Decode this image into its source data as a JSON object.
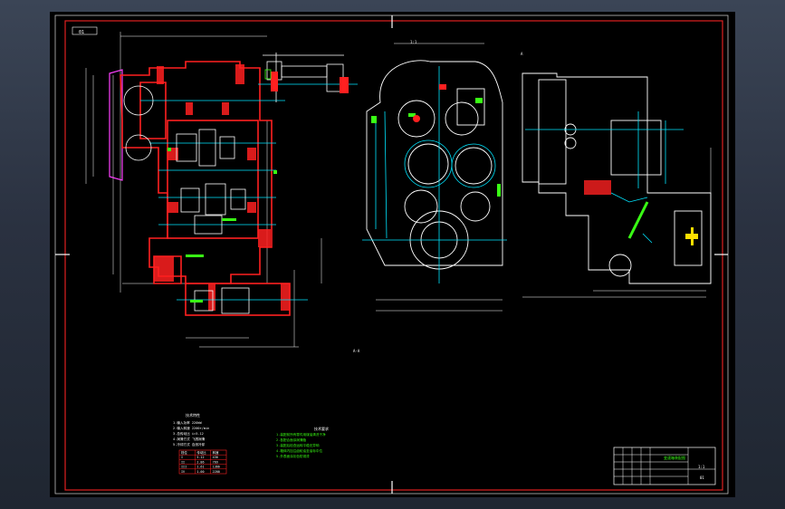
{
  "drawing": {
    "sheet_code": "01",
    "view_label_center": "1:1",
    "view_label_right": "A",
    "section_label": "A-A",
    "notes_title": "技术要求",
    "notes_lines": [
      "1.装配前所有零件用煤油清洗干净",
      "2.各配合面涂润滑脂",
      "3.装配后检查运转平稳无异响",
      "4.箱体内加注齿轮油至油标中位",
      "5.外表面涂灰色防锈漆"
    ],
    "spec_title": "技术特性",
    "spec_lines": [
      "1.输入功率 220kW",
      "2.输入转速 2200r/min",
      "3.总传动比 i=5.12",
      "4.润滑方式 飞溅润滑",
      "5.冷却方式 自然冷却"
    ],
    "spec_table": [
      [
        "档位",
        "传动比",
        "转速"
      ],
      [
        "I",
        "5.12",
        "430"
      ],
      [
        "II",
        "2.86",
        "769"
      ],
      [
        "III",
        "1.61",
        "1366"
      ],
      [
        "IV",
        "1.00",
        "2200"
      ]
    ],
    "title_block": {
      "name": "变速箱装配图",
      "scale": "1:1",
      "sheet": "01"
    }
  },
  "colors": {
    "frame": "#e02020",
    "section": "#ff2020",
    "outline": "#ffffff",
    "center_line": "#00e5ff",
    "dimension": "#ffffff",
    "annotation": "#39ff14",
    "hatch": "#ff3030",
    "magenta": "#ff40ff",
    "background": "#000000"
  }
}
